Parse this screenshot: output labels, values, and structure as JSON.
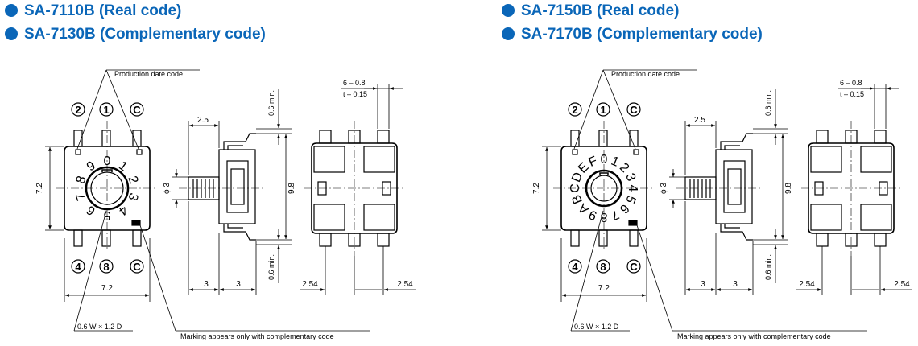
{
  "headings": {
    "left": [
      "SA-7110B (Real code)",
      "SA-7130B (Complementary code)"
    ],
    "right": [
      "SA-7150B (Real code)",
      "SA-7170B (Complementary code)"
    ]
  },
  "annotations": {
    "production_date_code": "Production date code",
    "marking_note": "Marking appears only with complementary code",
    "pin_size": "0.6 W × 1.2 D",
    "lead_width": "6 – 0.8",
    "lead_thickness": "t – 0.15"
  },
  "pin_labels": {
    "top": [
      "2",
      "1",
      "C"
    ],
    "bottom": [
      "4",
      "8",
      "C"
    ]
  },
  "dimensions": {
    "body_height": "7.2",
    "body_width": "7.2",
    "knob_offset": "2.5",
    "shaft_dia": "ϕ 3",
    "overall_height": "9.8",
    "lead_min": "0.6 min.",
    "half_width": "3",
    "pitch": "2.54"
  },
  "dial_left": [
    "0",
    "1",
    "2",
    "3",
    "4",
    "5",
    "6",
    "7",
    "8",
    "9"
  ],
  "dial_right": [
    "0",
    "1",
    "2",
    "3",
    "4",
    "5",
    "6",
    "7",
    "8",
    "9",
    "A",
    "B",
    "C",
    "D",
    "E",
    "F"
  ],
  "colors": {
    "heading": "#0a66b8",
    "line": "#000000"
  }
}
